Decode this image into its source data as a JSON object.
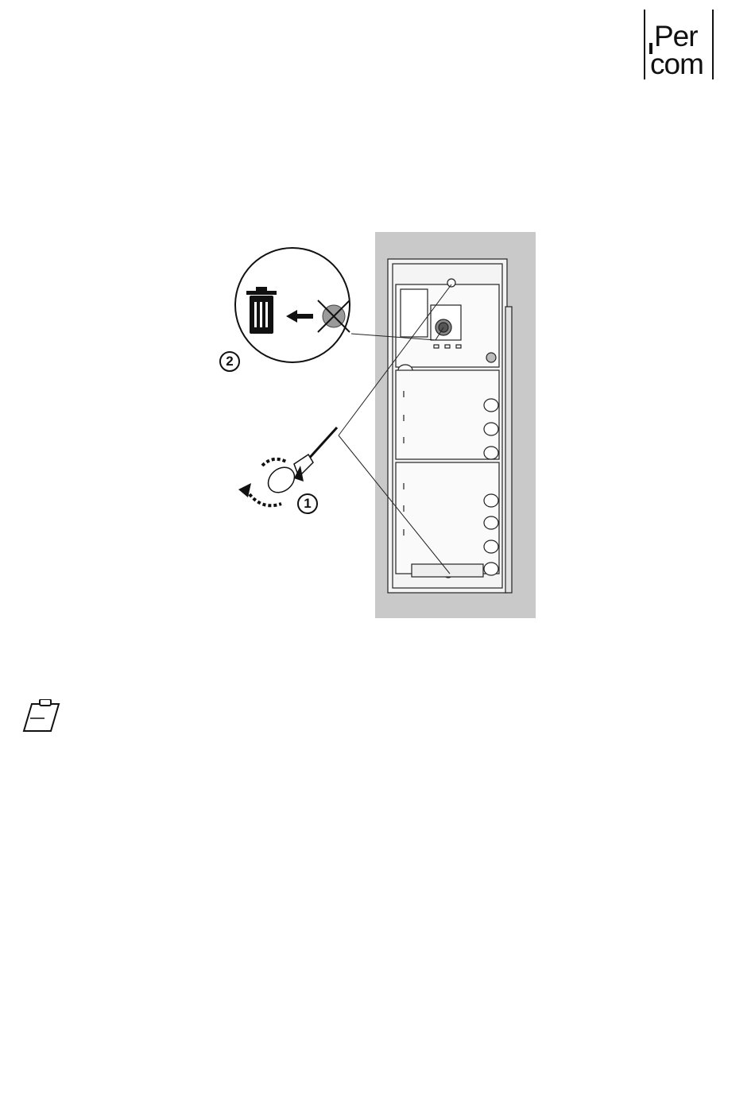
{
  "logo": {
    "line1": "Per",
    "line2": "com"
  },
  "figure": {
    "steps": [
      {
        "label": "2"
      },
      {
        "label": "1"
      }
    ]
  },
  "icons": {
    "note": "clipboard-note-icon",
    "trash": "trash-bin-icon",
    "screwdriver": "screwdriver-icon"
  }
}
